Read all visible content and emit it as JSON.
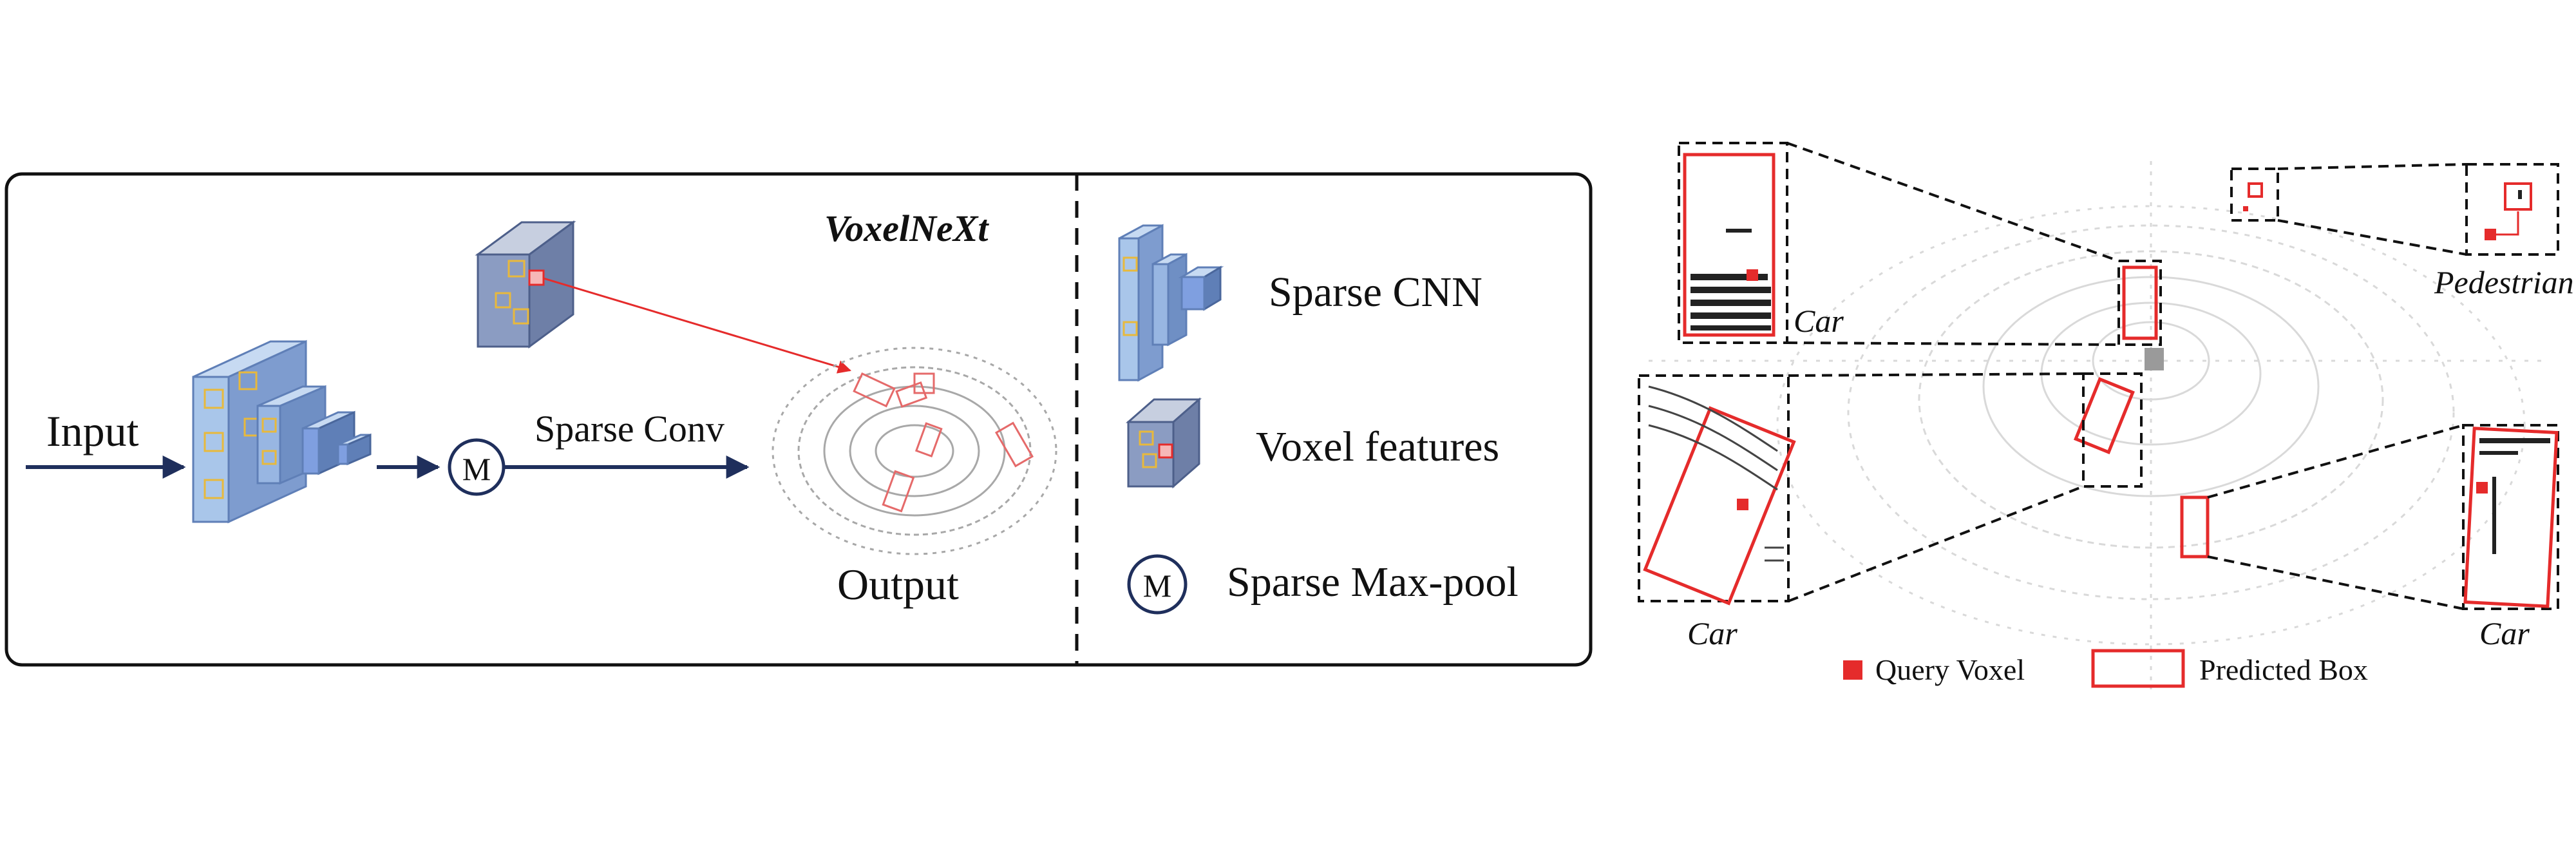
{
  "architecture": {
    "title": "VoxelNeXt",
    "input_label": "Input",
    "sparse_conv_label": "Sparse Conv",
    "output_label": "Output",
    "maxpool_symbol": "M"
  },
  "legend_left": {
    "sparse_cnn": "Sparse CNN",
    "voxel_features": "Voxel features",
    "sparse_maxpool": "Sparse Max-pool",
    "maxpool_symbol": "M"
  },
  "detection": {
    "labels": {
      "car_top_left": "Car",
      "pedestrian_top_right": "Pedestrian",
      "car_bottom_left": "Car",
      "car_bottom_right": "Car"
    },
    "legend": {
      "query_voxel": "Query Voxel",
      "predicted_box": "Predicted Box"
    }
  },
  "colors": {
    "block_fill": "#a9c6ea",
    "block_dark": "#5f7fb7",
    "feature_fill": "#8b9cc2",
    "voxel_outline": "#e8b93c",
    "highlight": "#e52b2b",
    "arrow": "#1f2f5c",
    "frame": "#111111"
  }
}
